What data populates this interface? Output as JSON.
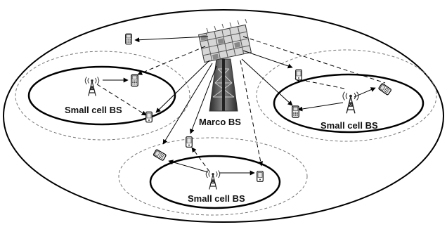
{
  "labels": {
    "marco_bs": "Marco BS",
    "small_cell_left": "Small cell BS",
    "small_cell_right": "Small cell BS",
    "small_cell_bottom": "Small cell BS"
  },
  "colors": {
    "line": "#000000",
    "dashed_boundary": "#777777",
    "tower": "#555555",
    "panel": "#9a9a9a"
  },
  "icons": [
    "macro-base-station-icon",
    "small-cell-tower-icon",
    "phone-icon",
    "arrow-icon"
  ]
}
